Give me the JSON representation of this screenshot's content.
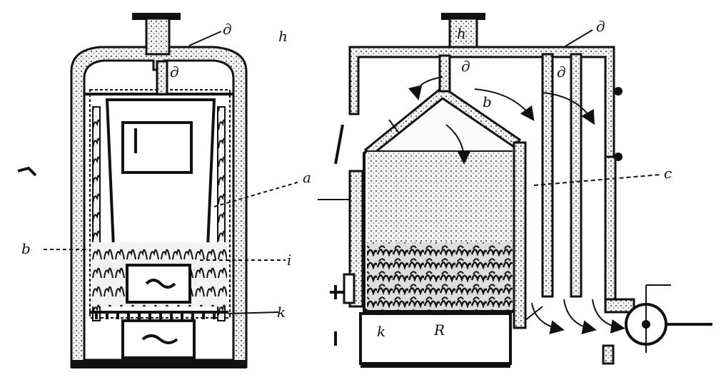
{
  "figure": {
    "left_boiler": {
      "labels": [
        {
          "key": "top",
          "text": "д"
        },
        {
          "key": "top_right",
          "text": "h"
        },
        {
          "key": "inner",
          "text": "д"
        },
        {
          "key": "mid_right",
          "text": "a"
        },
        {
          "key": "left_side",
          "text": "b"
        },
        {
          "key": "right_side",
          "text": "i"
        },
        {
          "key": "bottom_right",
          "text": "k"
        }
      ]
    },
    "right_boiler": {
      "labels": [
        {
          "key": "neck",
          "text": "h"
        },
        {
          "key": "top_right",
          "text": "д"
        },
        {
          "key": "inner_left",
          "text": "д"
        },
        {
          "key": "tube",
          "text": "д"
        },
        {
          "key": "cone",
          "text": "b"
        },
        {
          "key": "side",
          "text": "c"
        },
        {
          "key": "grate",
          "text": "R"
        },
        {
          "key": "ashpit",
          "text": "k"
        }
      ]
    }
  }
}
